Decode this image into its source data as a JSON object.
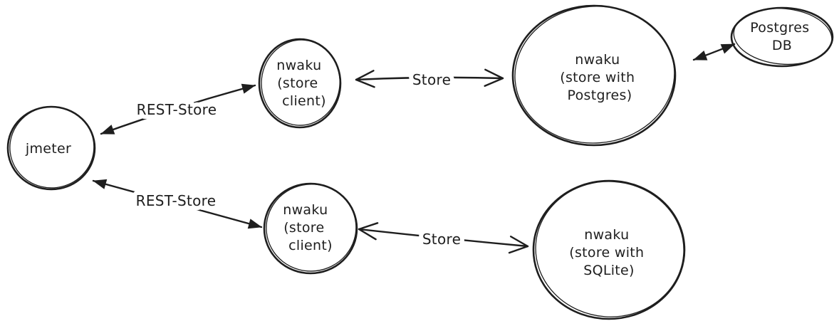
{
  "colors": {
    "ink": "#1e1e1e",
    "background": "#ffffff"
  },
  "nodes": {
    "jmeter": {
      "lines": [
        "jmeter"
      ]
    },
    "store_client_top": {
      "lines": [
        "nwaku",
        "(store",
        "client)"
      ]
    },
    "store_postgres": {
      "lines": [
        "nwaku",
        "(store with",
        "Postgres)"
      ]
    },
    "postgres_db": {
      "lines": [
        "Postgres",
        "DB"
      ]
    },
    "store_client_bottom": {
      "lines": [
        "nwaku",
        "(store",
        "client)"
      ]
    },
    "store_sqlite": {
      "lines": [
        "nwaku",
        "(store with",
        "SQLite)"
      ]
    }
  },
  "edges": {
    "rest_store_top": {
      "label": "REST-Store",
      "from": "jmeter",
      "to": "store_client_top",
      "arrows": "both-solid"
    },
    "rest_store_bottom": {
      "label": "REST-Store",
      "from": "jmeter",
      "to": "store_client_bottom",
      "arrows": "both-solid"
    },
    "store_top": {
      "label": "Store",
      "from": "store_client_top",
      "to": "store_postgres",
      "arrows": "both-open"
    },
    "store_bottom": {
      "label": "Store",
      "from": "store_client_bottom",
      "to": "store_sqlite",
      "arrows": "both-open"
    },
    "postgres_link": {
      "label": "",
      "from": "store_postgres",
      "to": "postgres_db",
      "arrows": "both-solid"
    }
  }
}
